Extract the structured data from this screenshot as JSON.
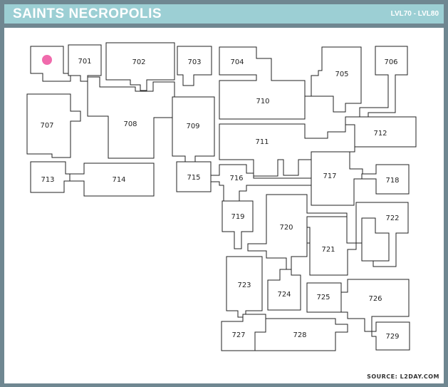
{
  "header": {
    "title": "SAINTS NECROPOLIS",
    "level_range": "LVL70 - LVL80"
  },
  "map": {
    "marker_color": "#f06aac",
    "rooms": [
      "701",
      "702",
      "703",
      "704",
      "705",
      "706",
      "707",
      "708",
      "709",
      "710",
      "711",
      "712",
      "713",
      "714",
      "715",
      "716",
      "717",
      "718",
      "719",
      "720",
      "721",
      "722",
      "723",
      "724",
      "725",
      "726",
      "727",
      "728",
      "729"
    ]
  },
  "footer": {
    "source": "SOURCE: L2DAY.COM"
  },
  "colors": {
    "header_bg": "#9ccfd4",
    "frame": "#6f8791"
  }
}
